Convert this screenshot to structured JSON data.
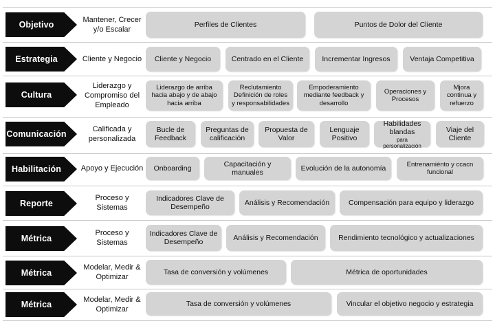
{
  "rows": [
    {
      "label": "Objetivo",
      "desc": "Mantener, Crecer y/o Escalar",
      "boxes": [
        "Perfiles de Clientes",
        "Puntos de Dolor del Cliente"
      ]
    },
    {
      "label": "Estrategia",
      "desc": "Cliente y Negocio",
      "boxes": [
        "Cliente y Negocio",
        "Centrado en el Cliente",
        "Incrementar Ingresos",
        "Ventaja Competitiva"
      ]
    },
    {
      "label": "Cultura",
      "desc": "Liderazgo y Compromiso del Empleado",
      "boxes": [
        "Liderazgo de arriba hacia abajo y de abajo hacia arriba",
        "Reclutamiento Definición de roles y responsabilidades",
        "Empoderamiento mediante feedback y desarrollo",
        "Operaciones y Procesos",
        "Mjora continua y refuerzo"
      ]
    },
    {
      "label": "Comunicación",
      "desc": "Calificada y personalizada",
      "boxes": [
        "Bucle de Feedback",
        "Preguntas de calificación",
        "Propuesta de Valor",
        "Lenguaje Positivo",
        "Habilidades blandas",
        "Viaje del Cliente"
      ],
      "note": "para personalización"
    },
    {
      "label": "Habilitación",
      "desc": "Apoyo y Ejecución",
      "boxes": [
        "Onboarding",
        "Capacitación y manuales",
        "Evolución de la autonomía",
        "Entrenamiénto y ccacn funcional"
      ]
    },
    {
      "label": "Reporte",
      "desc": "Proceso y Sistemas",
      "boxes": [
        "Indicadores Clave de Desempeño",
        "Análisis y Recomendación",
        "Compensación para equipo y liderazgo"
      ]
    },
    {
      "label": "Métrica",
      "desc": "Proceso y Sistemas",
      "boxes": [
        "Indicadores Clave de Desempeño",
        "Análisis y Recomendación",
        "Rendimiento tecnológico y actualizaciones"
      ]
    },
    {
      "label": "Métrica",
      "desc": "Modelar, Medir & Optimizar",
      "boxes": [
        "Tasa de conversión y volúmenes",
        "Métrica de oportunidades"
      ]
    },
    {
      "label": "Métrica",
      "desc": "Modelar, Medir & Optimizar",
      "boxes": [
        "Tasa de conversión y volúmenes",
        "Vincular el objetivo negocio y estrategia"
      ]
    }
  ]
}
